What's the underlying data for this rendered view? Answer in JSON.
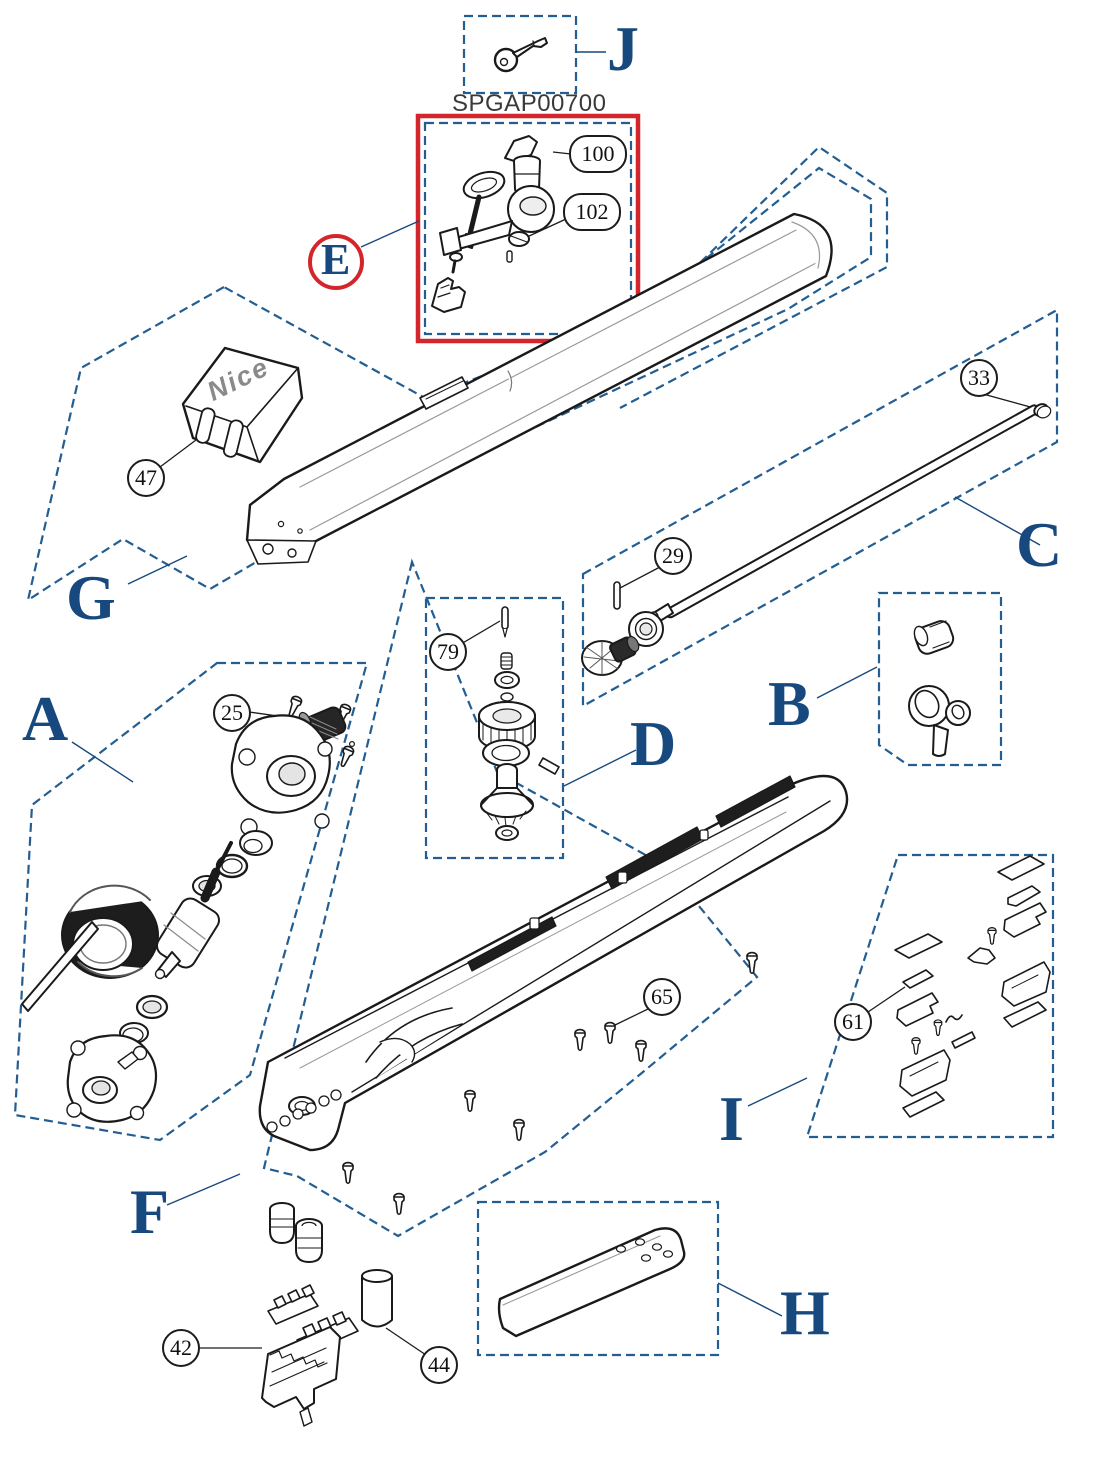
{
  "diagram": {
    "product_code": "SPGAP00700",
    "brand_logo": "Nice",
    "section_labels": {
      "a": "A",
      "b": "B",
      "c": "C",
      "d": "D",
      "e": "E",
      "f": "F",
      "g": "G",
      "h": "H",
      "i": "I",
      "j": "J"
    },
    "part_callouts": {
      "n25": "25",
      "n29": "29",
      "n33": "33",
      "n42": "42",
      "n44": "44",
      "n47": "47",
      "n61": "61",
      "n65": "65",
      "n79": "79",
      "n100": "100",
      "n102": "102"
    },
    "colors": {
      "outline_blue": "#235E92",
      "letter_blue": "#17497E",
      "highlight_red": "#D3262C",
      "ink": "#1a1a1a",
      "code_text": "#3a3a3a",
      "logo_gray": "#8a8a8a"
    }
  }
}
